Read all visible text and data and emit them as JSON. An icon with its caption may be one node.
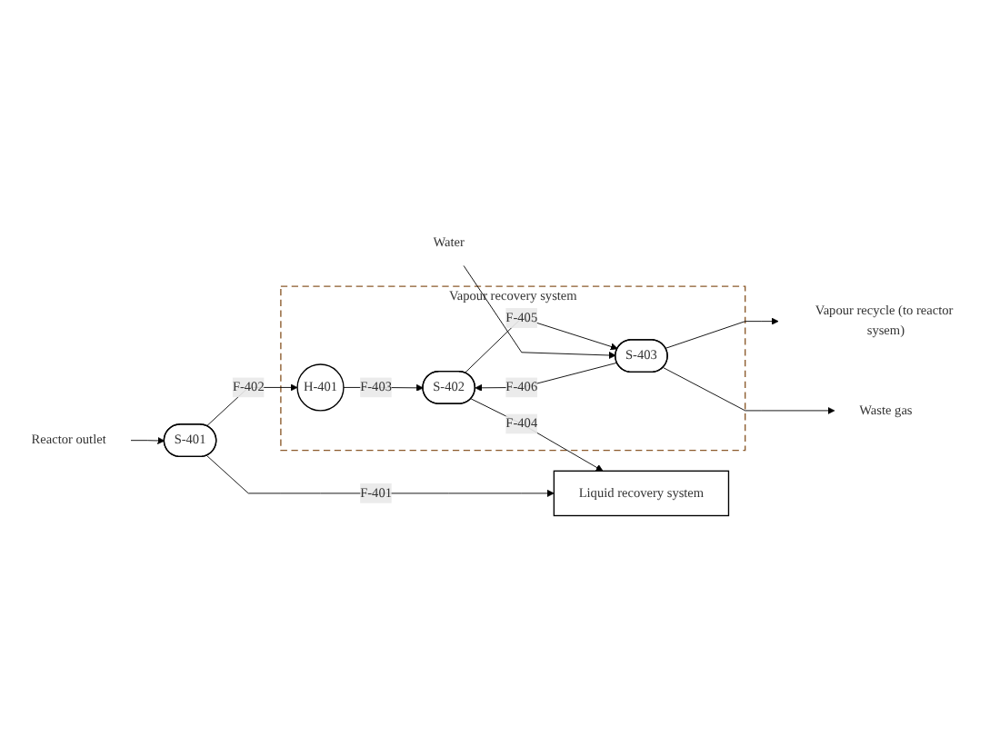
{
  "diagram": {
    "nodes": [
      {
        "text": [
          "Vapour recovery system"
        ]
      },
      {
        "text": [
          "H-401"
        ],
        "in": 0
      },
      {
        "text": [
          "S-402"
        ],
        "in": 0
      },
      {
        "text": [
          "S-403"
        ],
        "in": 0
      },
      {
        "text": [
          "S-401"
        ]
      },
      {
        "text": [
          "Liquid recovery system"
        ]
      },
      {
        "text": [
          "Vapour recycle (to reactor sysem)"
        ]
      },
      {
        "text": [
          "Waste gas"
        ]
      },
      {
        "text": [
          "Water"
        ]
      },
      {
        "text": [
          "Reactor outlet"
        ]
      }
    ],
    "edges": [
      {
        "from": 9,
        "to": 4,
        "arrow": "to"
      },
      {
        "from": 4,
        "to": 1,
        "arrow": "to",
        "label": "F-402"
      },
      {
        "from": 1,
        "to": 2,
        "arrow": "to",
        "label": "F-403"
      },
      {
        "from": 2,
        "to": 3,
        "arrow": "to",
        "label": "F-405"
      },
      {
        "from": 3,
        "to": 2,
        "arrow": "to",
        "label": "F-406"
      },
      {
        "from": 2,
        "to": 5,
        "arrow": "to",
        "label": "F-404"
      },
      {
        "from": 4,
        "to": 5,
        "arrow": "to",
        "label": "F-401"
      },
      {
        "from": 3,
        "to": 6,
        "arrow": "to"
      },
      {
        "from": 3,
        "to": 7,
        "arrow": "to"
      },
      {
        "from": 8,
        "to": 3,
        "arrow": "to"
      }
    ]
  }
}
